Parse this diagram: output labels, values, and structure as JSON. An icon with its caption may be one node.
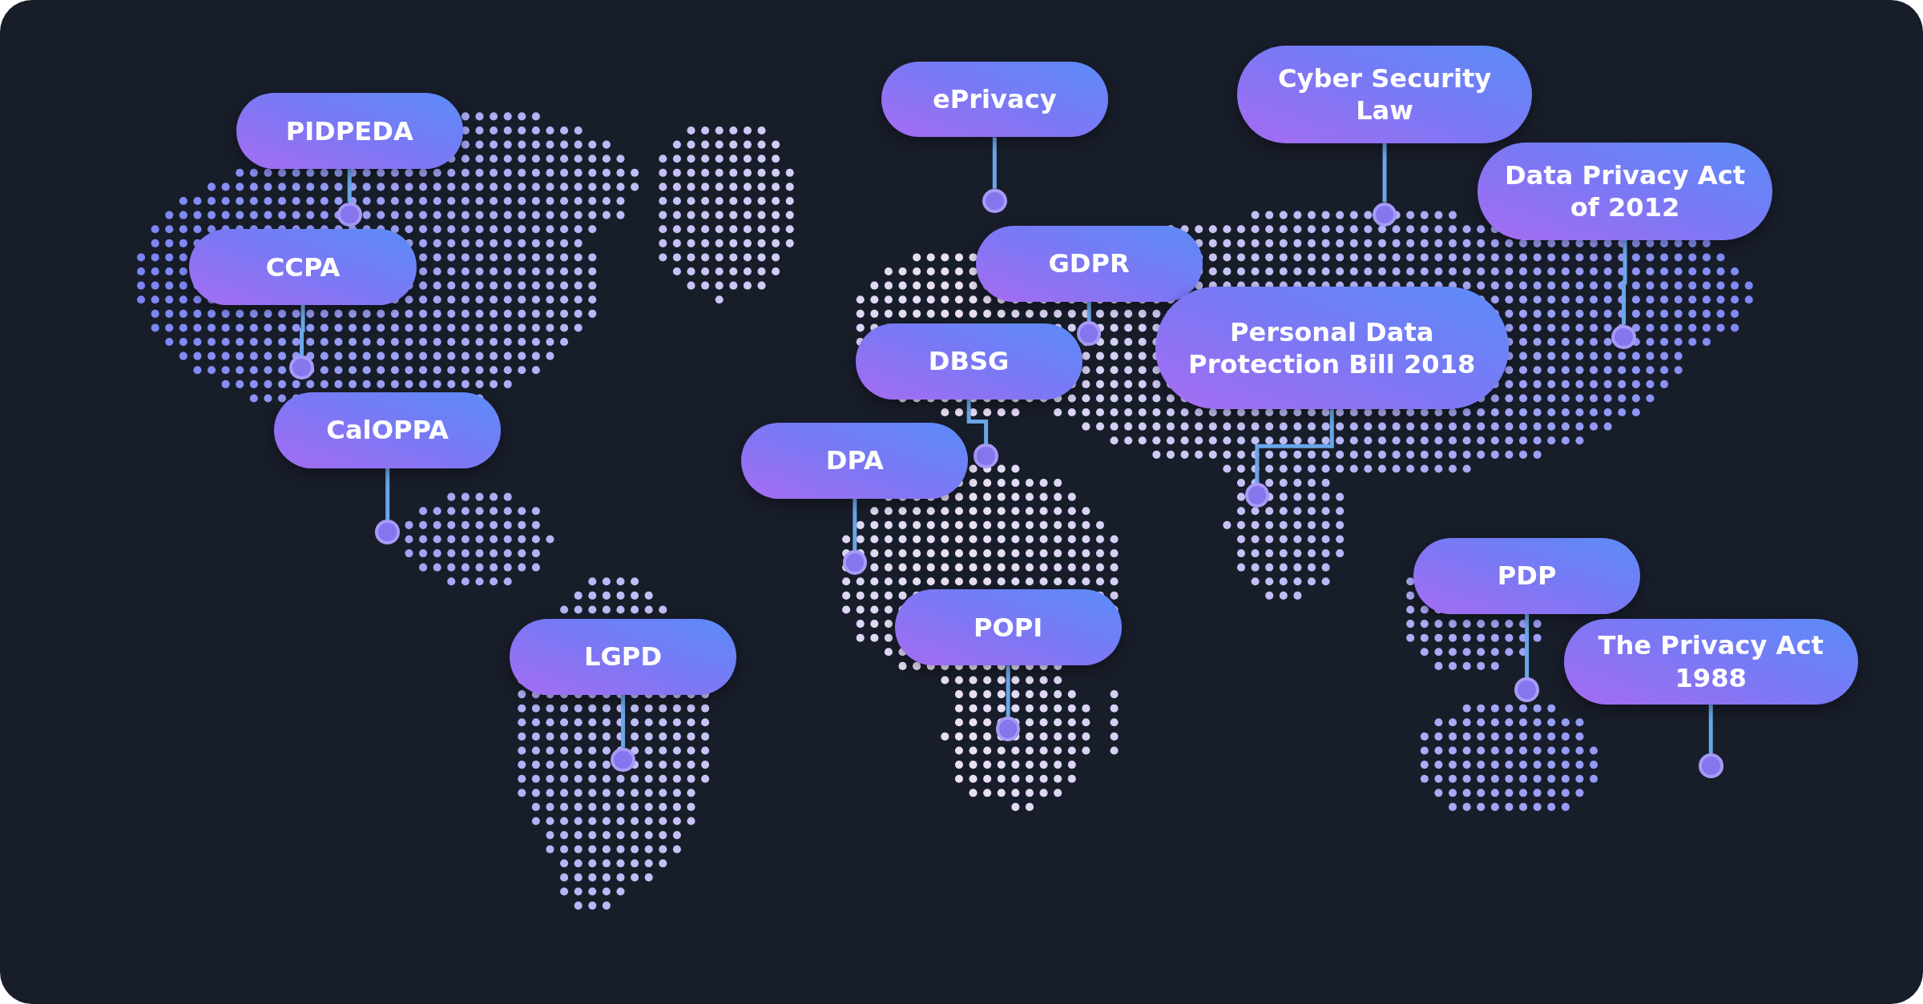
{
  "diagram": {
    "nodes": [
      {
        "text": [
          "PIDPEDA"
        ]
      },
      {
        "text": [],
        "shape": "circle"
      },
      {
        "text": [
          "CCPA"
        ]
      },
      {
        "text": [],
        "shape": "circle"
      },
      {
        "text": [
          "CalOPPA"
        ]
      },
      {
        "text": [],
        "shape": "circle"
      },
      {
        "text": [
          "LGPD"
        ]
      },
      {
        "text": [],
        "shape": "circle"
      },
      {
        "text": [
          "ePrivacy"
        ]
      },
      {
        "text": [],
        "shape": "circle"
      },
      {
        "text": [
          "GDPR"
        ]
      },
      {
        "text": [],
        "shape": "circle"
      },
      {
        "text": [
          "DBSG"
        ]
      },
      {
        "text": [],
        "shape": "circle"
      },
      {
        "text": [
          "DPA"
        ]
      },
      {
        "text": [],
        "shape": "circle"
      },
      {
        "text": [
          "POPI"
        ]
      },
      {
        "text": [],
        "shape": "circle"
      },
      {
        "text": [
          "Cyber Security Law"
        ]
      },
      {
        "text": [],
        "shape": "circle"
      },
      {
        "text": [
          "Data Privacy Act of 2012"
        ]
      },
      {
        "text": [],
        "shape": "circle"
      },
      {
        "text": [
          "Personal Data Protection Bill 2018"
        ]
      },
      {
        "text": [],
        "shape": "circle"
      },
      {
        "text": [
          "PDP"
        ]
      },
      {
        "text": [],
        "shape": "circle"
      },
      {
        "text": [
          "The Privacy Act 1988"
        ]
      },
      {
        "text": [],
        "shape": "circle"
      }
    ],
    "edges": [
      {
        "from": 0,
        "to": 1,
        "arrow": "none"
      },
      {
        "from": 2,
        "to": 3,
        "arrow": "none"
      },
      {
        "from": 4,
        "to": 5,
        "arrow": "none"
      },
      {
        "from": 6,
        "to": 7,
        "arrow": "none"
      },
      {
        "from": 8,
        "to": 9,
        "arrow": "none"
      },
      {
        "from": 10,
        "to": 11,
        "arrow": "none"
      },
      {
        "from": 12,
        "to": 13,
        "arrow": "none"
      },
      {
        "from": 14,
        "to": 15,
        "arrow": "none"
      },
      {
        "from": 16,
        "to": 17,
        "arrow": "none"
      },
      {
        "from": 18,
        "to": 19,
        "arrow": "none"
      },
      {
        "from": 20,
        "to": 21,
        "arrow": "none"
      },
      {
        "from": 22,
        "to": 23,
        "arrow": "none"
      },
      {
        "from": 24,
        "to": 25,
        "arrow": "none"
      },
      {
        "from": 26,
        "to": 27,
        "arrow": "none"
      }
    ]
  }
}
